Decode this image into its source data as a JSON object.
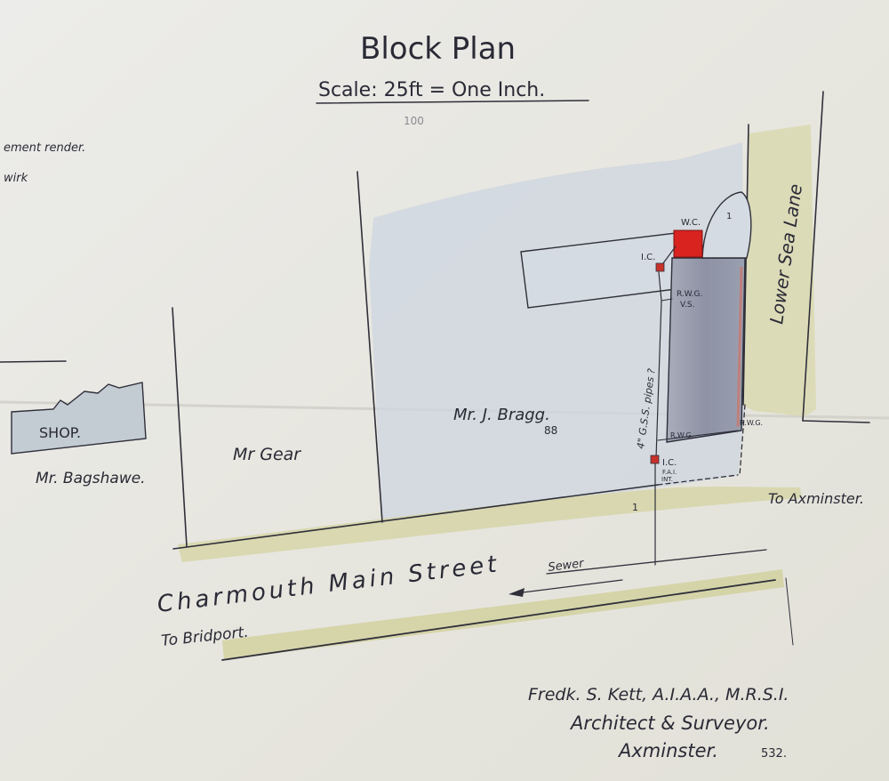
{
  "title": "Block Plan",
  "scale": "Scale: 25ft = One Inch.",
  "scale_pencil": "100",
  "legend": {
    "line1": "ement render.",
    "line2": "wirk"
  },
  "labels": {
    "shop": "SHOP.",
    "bagshawe": "Mr. Bagshawe.",
    "gear": "Mr Gear",
    "bragg": "Mr. J. Bragg.",
    "bragg_initials": "88",
    "lower_sea_lane": "Lower Sea Lane",
    "main_street": "Charmouth Main Street",
    "to_bridport": "To Bridport.",
    "to_axminster": "To Axminster.",
    "sewer": "Sewer",
    "pipes": "4\" G.S.S. pipes ?",
    "wc": "W.C.",
    "one_top": "1",
    "ic_top": "I.C.",
    "rwg_vs": "R.W.G.",
    "vs": "V.S.",
    "rwg_mid": "R.W.G.",
    "rwg_right": "R.W.G.",
    "ic_bottom": "I.C.",
    "fai": "F.A.I.",
    "int": "INT.",
    "one_bottom": "1"
  },
  "signature": {
    "name": "Fredk. S. Kett, A.I.A.A., M.R.S.I.",
    "role": "Architect & Surveyor.",
    "town": "Axminster.",
    "number": "532."
  },
  "colors": {
    "paper": "#e9e8e2",
    "ink": "#2f2f3a",
    "wash_blue": "#c9d2dc",
    "wash_grey": "#8e94a6",
    "wash_yellow": "#d6d5a8",
    "wc_red": "#d8231f"
  }
}
